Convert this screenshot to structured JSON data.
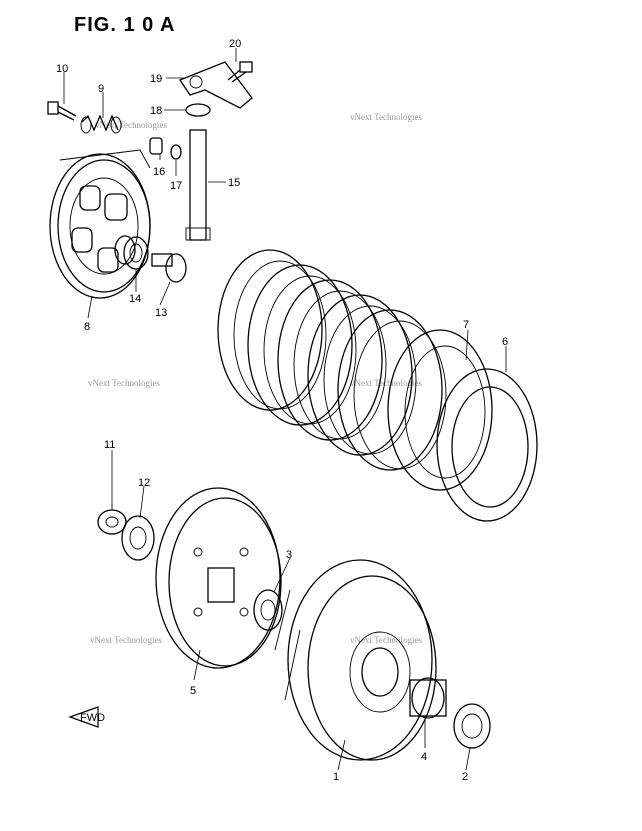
{
  "figure": {
    "title": "FIG. 1 0 A"
  },
  "watermark": "vNext Technologies",
  "fwd_label": "FWD",
  "callouts": [
    {
      "id": "1",
      "label": "1"
    },
    {
      "id": "2",
      "label": "2"
    },
    {
      "id": "3",
      "label": "3"
    },
    {
      "id": "4",
      "label": "4"
    },
    {
      "id": "5",
      "label": "5"
    },
    {
      "id": "6",
      "label": "6"
    },
    {
      "id": "7",
      "label": "7"
    },
    {
      "id": "8",
      "label": "8"
    },
    {
      "id": "9",
      "label": "9"
    },
    {
      "id": "10",
      "label": "10"
    },
    {
      "id": "11",
      "label": "11"
    },
    {
      "id": "12",
      "label": "12"
    },
    {
      "id": "13",
      "label": "13"
    },
    {
      "id": "14",
      "label": "14"
    },
    {
      "id": "15",
      "label": "15"
    },
    {
      "id": "16",
      "label": "16"
    },
    {
      "id": "17",
      "label": "17"
    },
    {
      "id": "18",
      "label": "18"
    },
    {
      "id": "19",
      "label": "19"
    },
    {
      "id": "20",
      "label": "20"
    }
  ]
}
